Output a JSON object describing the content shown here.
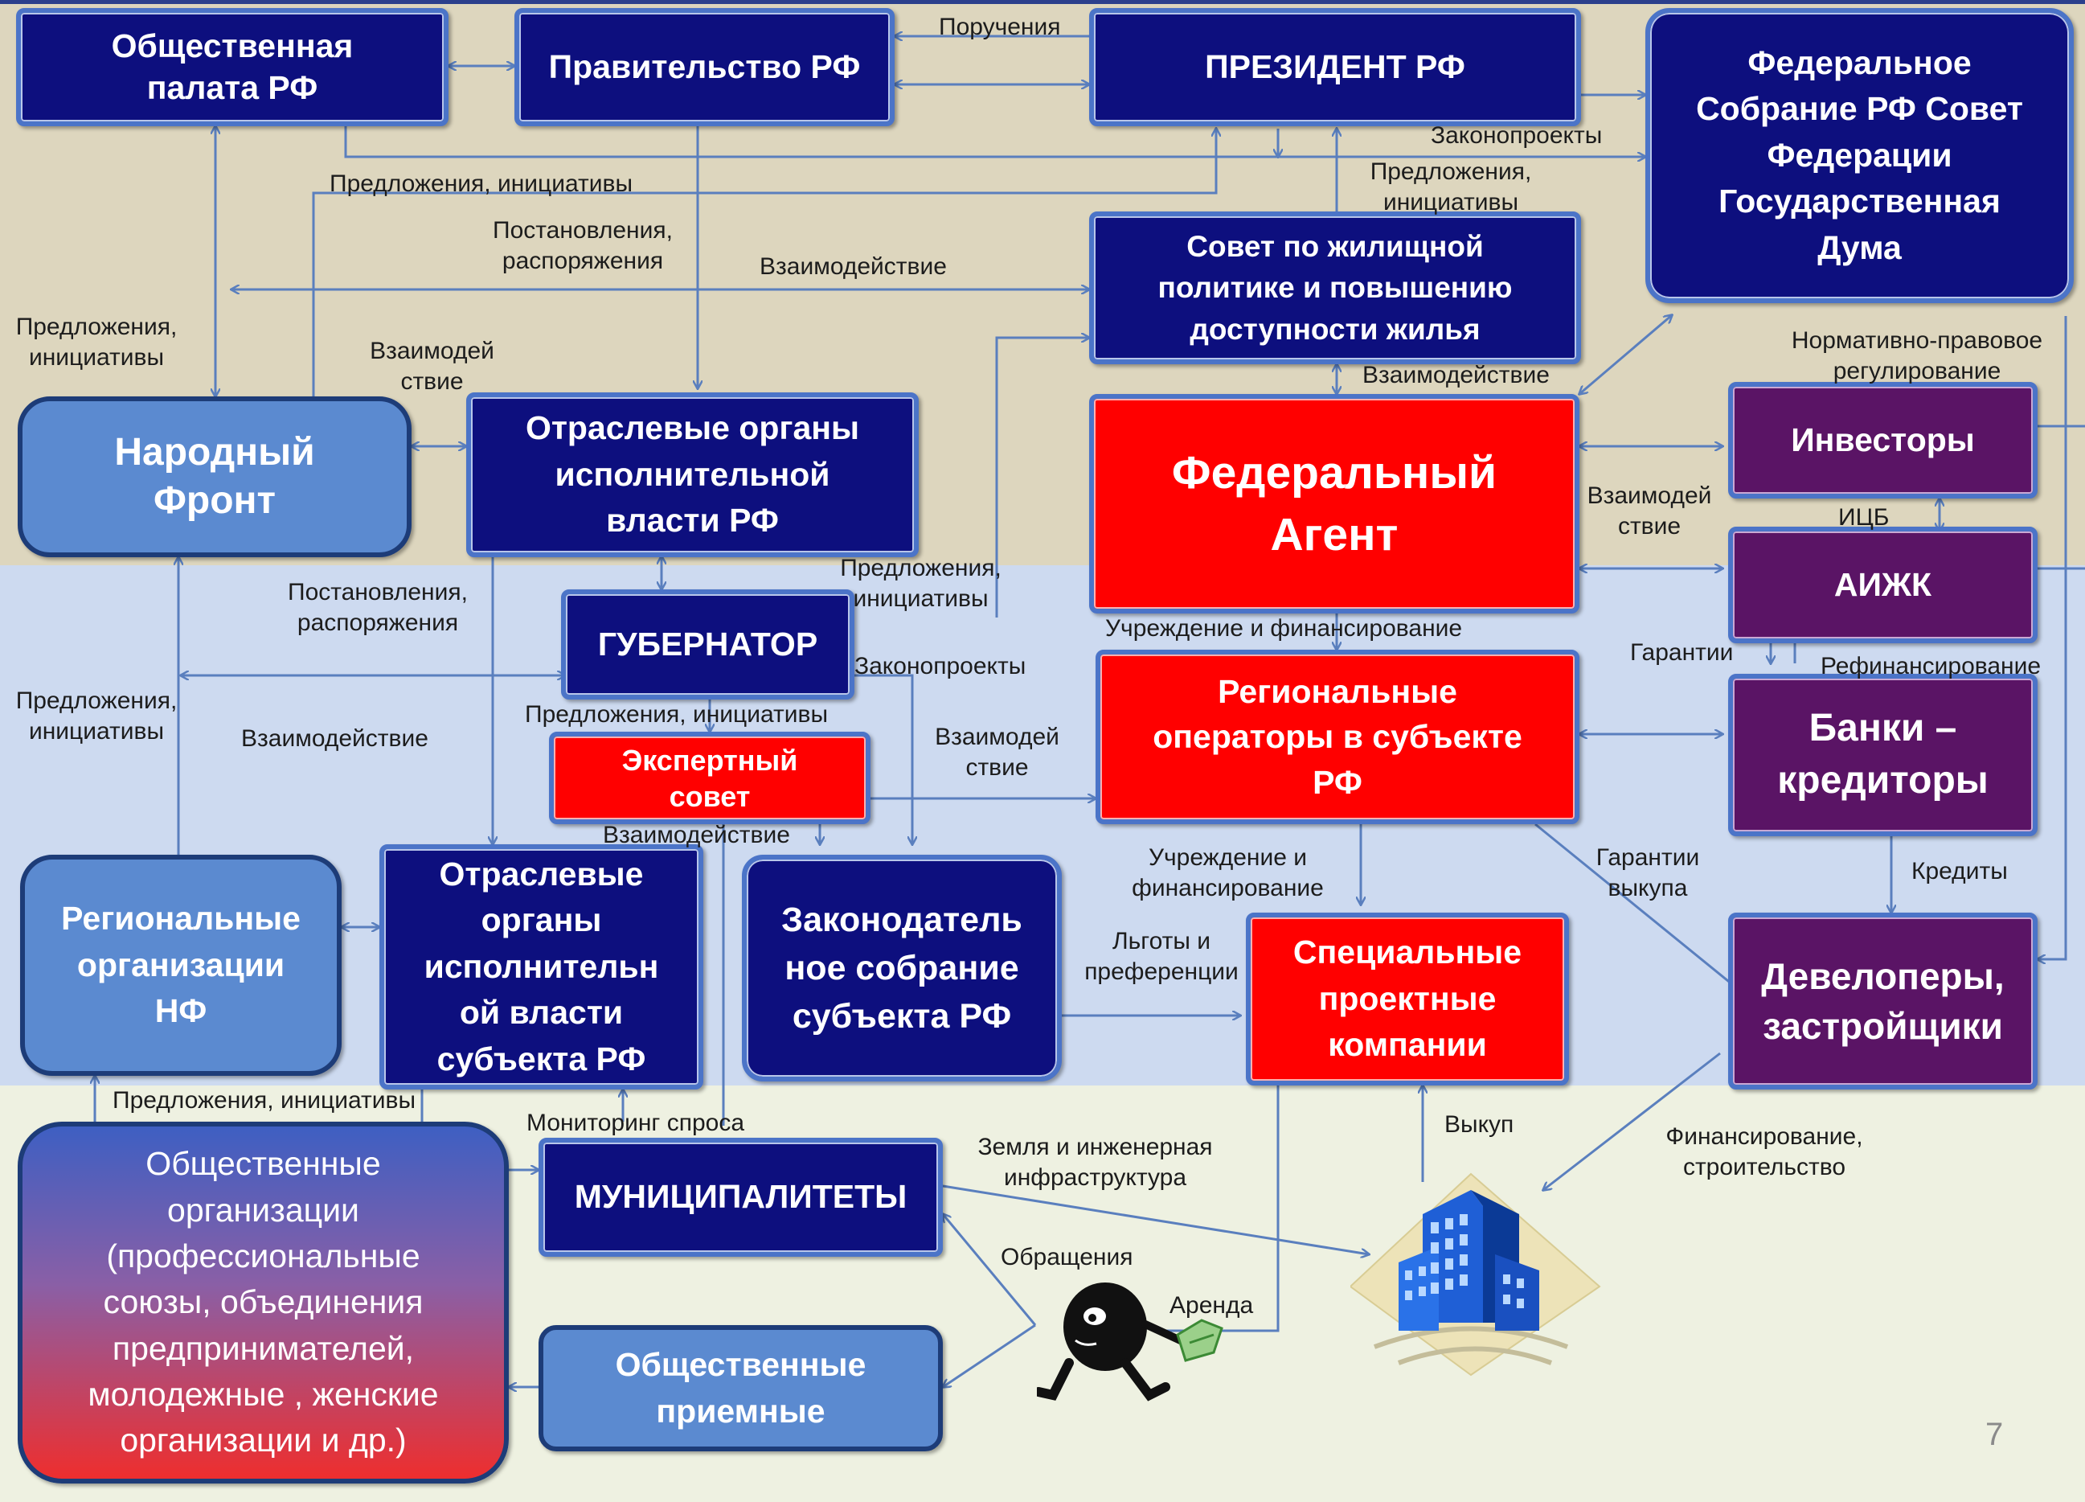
{
  "diagram": {
    "colors": {
      "top_band": "#ddd6be",
      "middle_band": "#cddaf0",
      "bottom_band": "#eef1e1",
      "navy_block": "#0d0f7e",
      "red_block": "#ff0000",
      "purple_block": "#5a1465",
      "light_blue_block": "#5b8ad0",
      "arrow": "#5a7fbe"
    },
    "blocks": {
      "obshchestvennaya_palata": "Общественная палата РФ",
      "pravitelstvo": "Правительство РФ",
      "prezident": "ПРЕЗИДЕНТ РФ",
      "federalnoe_sobranie": "Федеральное Собрание РФ Совет Федерации Государственная Дума",
      "sovet_zhilishchnaya": "Совет по жилищной политике и повышению доступности жилья",
      "narodny_front": "Народный Фронт",
      "otraslevye_organy_rf": "Отраслевые органы исполнительной власти РФ",
      "federalny_agent": "Федеральный Агент",
      "investory": "Инвесторы",
      "aizhk": "АИЖК",
      "gubernator": "ГУБЕРНАТОР",
      "ekspertny_sovet": "Экспертный совет",
      "regionalnye_operatory": "Региональные операторы в субъекте РФ",
      "banki_kreditory": "Банки – кредиторы",
      "regionalnye_organizatsii_nf": "Региональные организации НФ",
      "otraslevye_organy_subekta": "Отраслевые органы исполнительн ой власти субъекта РФ",
      "zakonodatelnoe_sobranie": "Законодатель ное собрание субъекта РФ",
      "spetsialnye_proektnye": "Специальные проектные компании",
      "developery": "Девелоперы, застройщики",
      "obshchestvennye_organizatsii": "Общественные организации (профессиональные союзы, объединения предпринимателей, молодежные , женские организации и др.)",
      "munitsipalitety": "МУНИЦИПАЛИТЕТЫ",
      "obshchestvennye_priemnye": "Общественные приемные"
    },
    "labels": {
      "porucheniya": "Поручения",
      "zakonoproekty_top": "Законопроекты",
      "predlozheniya_top": "Предложения, инициативы",
      "predlozheniya_right": "Предложения, инициативы",
      "postanovleniya_top": "Постановления, распоряжения",
      "vzaimodeystvie_top": "Взаимодействие",
      "predlozheniya_left_top": "Предложения, инициативы",
      "vzaimodeystvie_split_left": "Взаимодей ствие",
      "vzaimodeystvie_sovet": "Взаимодействие",
      "normativno": "Нормативно-правовое регулирование",
      "vzaimodeystvie_split_right": "Взаимодей ствие",
      "itsb": "ИЦБ",
      "predlozheniya_mid": "Предложения, инициативы",
      "postanovleniya_mid": "Постановления, распоряжения",
      "uchrezhdenie_top": "Учреждение и финансирование",
      "zakonoproekty_mid": "Законопроекты",
      "garantii": "Гарантии",
      "refinansirovanie": "Рефинансирование",
      "predlozheniya_left_mid": "Предложения, инициативы",
      "vzaimodeystvie_left_mid": "Взаимодействие",
      "predlozheniya_gub": "Предложения, инициативы",
      "vzaimodeystvie_split_mid": "Взаимодей ствие",
      "vzaimodeystvie_ekspert": "Взаимодействие",
      "uchrezhdenie_mid": "Учреждение и финансирование",
      "garantii_vykupa": "Гарантии выкупа",
      "kredity": "Кредиты",
      "lgoty": "Льготы и преференции",
      "predlozheniya_bottom": "Предложения, инициативы",
      "monitoring": "Мониторинг спроса",
      "vykup": "Выкуп",
      "zemlya": "Земля и инженерная инфраструктура",
      "finansirovanie": "Финансирование, строительство",
      "obrashcheniya": "Обращения",
      "arenda": "Аренда"
    },
    "icons": [
      "running-man-icon",
      "buildings-icon"
    ],
    "page_number": "7"
  }
}
